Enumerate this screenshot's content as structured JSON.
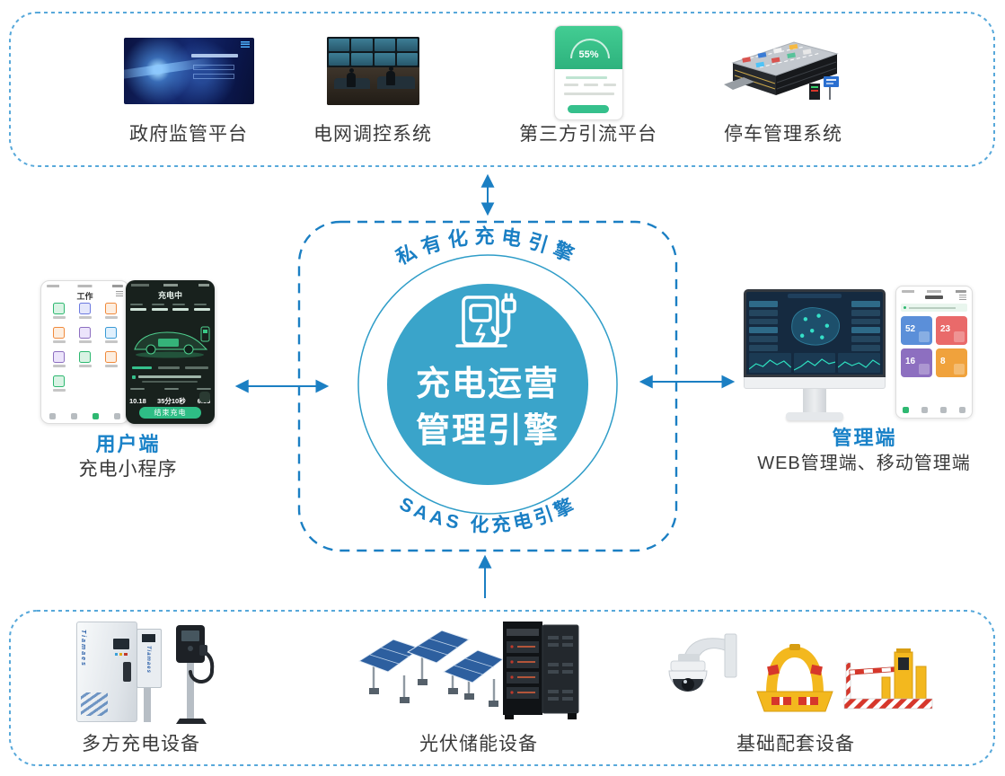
{
  "colors": {
    "accent_blue": "#1b7fc3",
    "outer_box_border": "#57a8da",
    "circle_fill": "#3aa4ca",
    "label_blue": "#1a82c8",
    "label_dark": "#3a3a3a"
  },
  "top_box": {
    "items": [
      {
        "label": "政府监管平台"
      },
      {
        "label": "电网调控系统"
      },
      {
        "label": "第三方引流平台"
      },
      {
        "label": "停车管理系统"
      }
    ]
  },
  "engine": {
    "arc_top": "私有化充电引擎",
    "arc_bottom": "SAAS 化充电引擎",
    "title_line1": "充电运营",
    "title_line2": "管理引擎"
  },
  "third_party_app": {
    "battery_percent": "55%"
  },
  "user_side": {
    "title": "用户端",
    "subtitle": "充电小程序",
    "home_app_title": "工作",
    "charging_app": {
      "title": "充电中",
      "kwh": "10.18",
      "duration": "35分10秒",
      "amount": "6.83",
      "stop_button": "结束充电"
    }
  },
  "admin_side": {
    "title": "管理端",
    "subtitle": "WEB管理端、移动管理端",
    "tiles": [
      {
        "value": "52",
        "color": "#5b8fd9"
      },
      {
        "value": "23",
        "color": "#e96a6a"
      },
      {
        "value": "16",
        "color": "#8d6fc0"
      },
      {
        "value": "8",
        "color": "#f0a23c"
      }
    ]
  },
  "bottom_box": {
    "items": [
      {
        "label": "多方充电设备",
        "brand": "Tiamaes"
      },
      {
        "label": "光伏储能设备"
      },
      {
        "label": "基础配套设备"
      }
    ]
  }
}
